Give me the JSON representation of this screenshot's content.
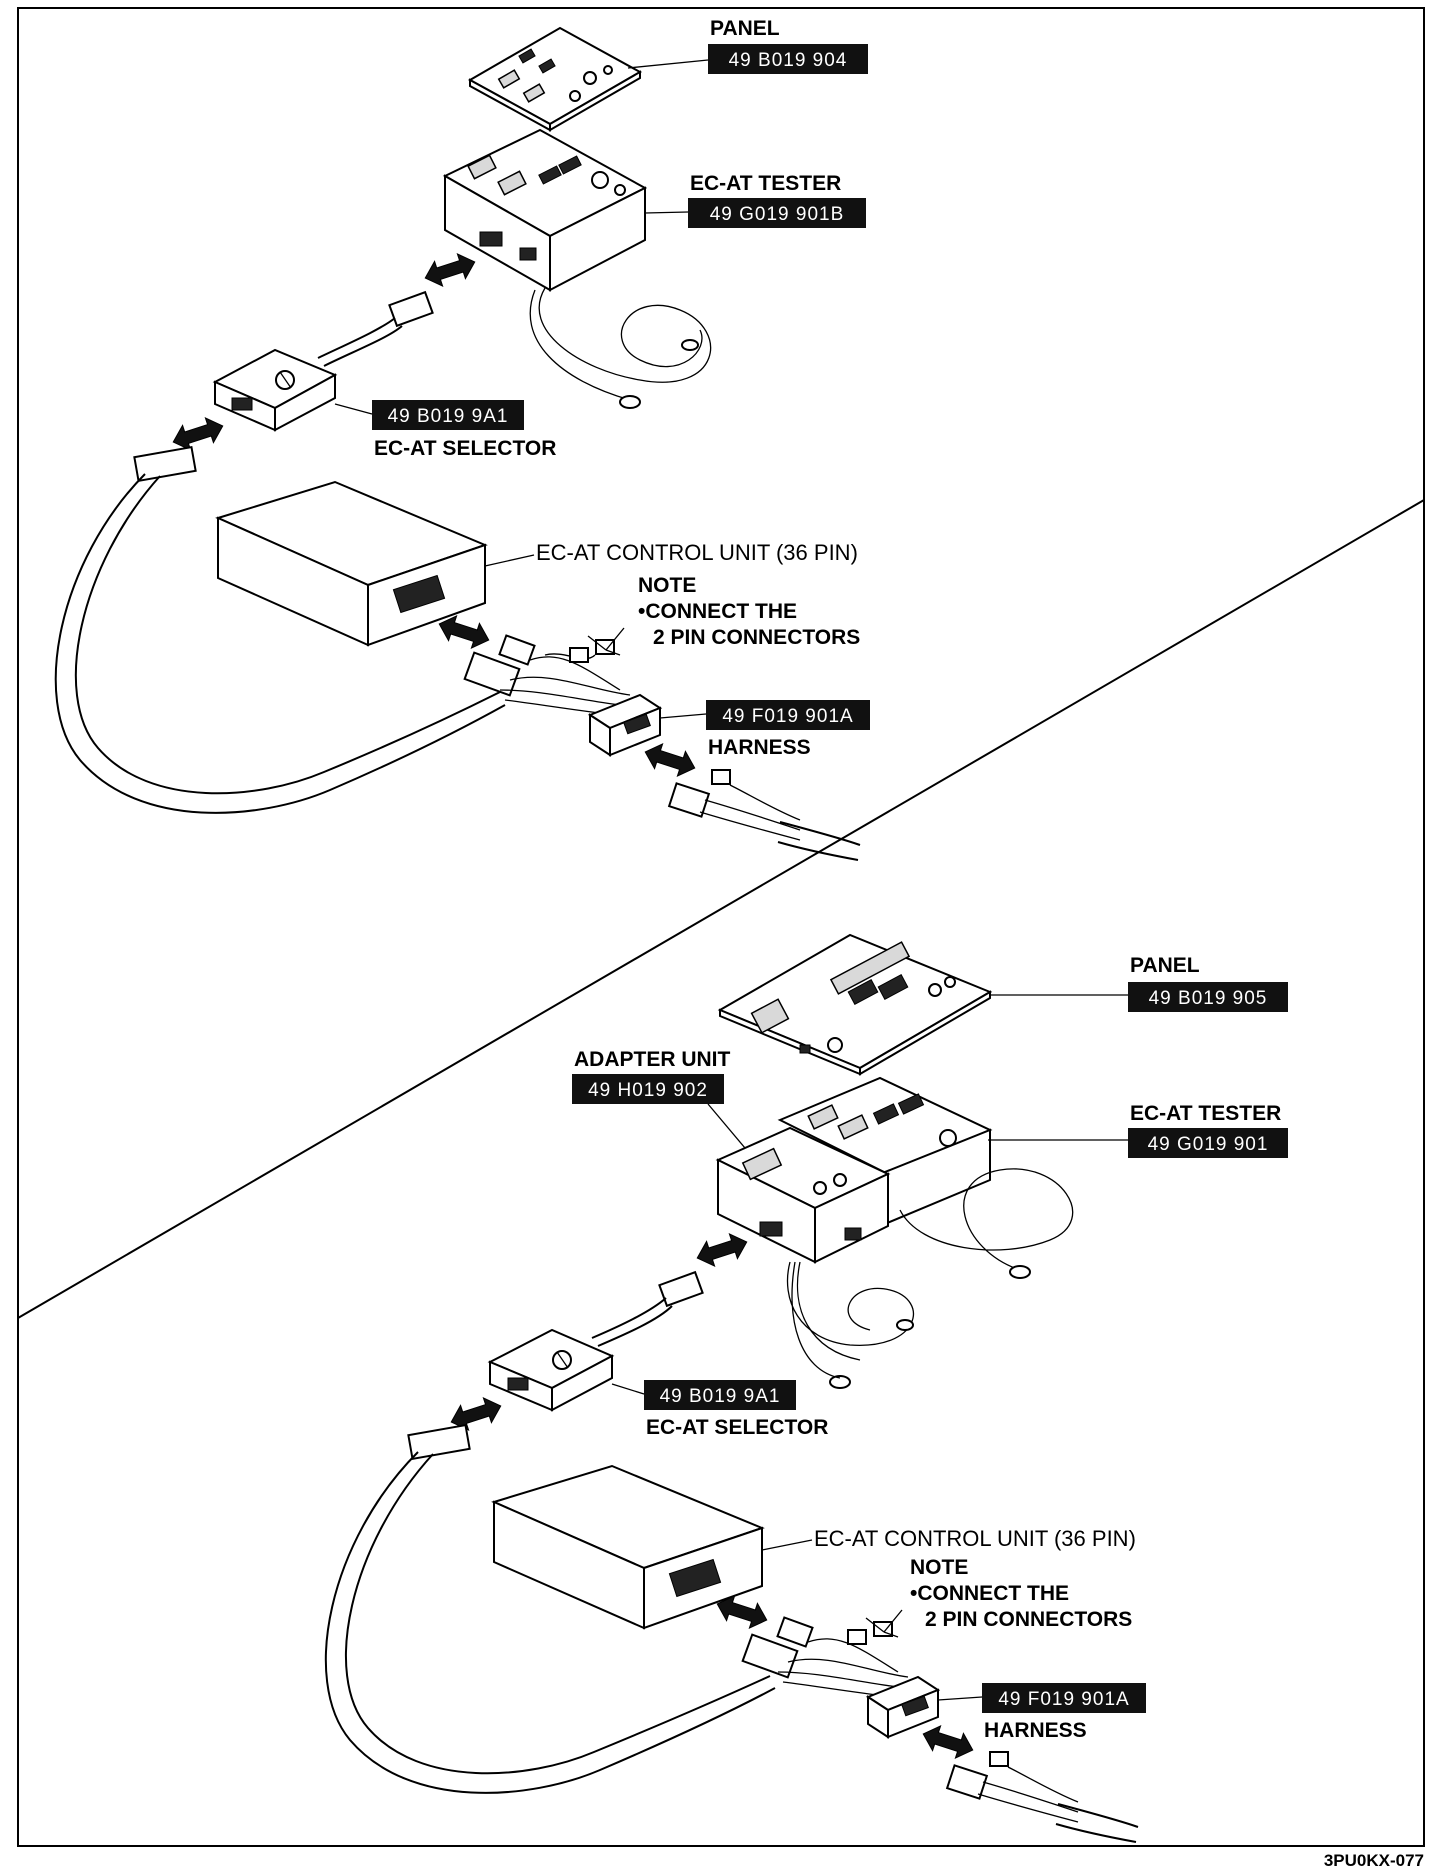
{
  "top": {
    "panel": {
      "label": "PANEL",
      "part": "49 B019 904"
    },
    "tester": {
      "label": "EC-AT TESTER",
      "part": "49 G019 901B"
    },
    "selector": {
      "label": "EC-AT SELECTOR",
      "part": "49 B019 9A1"
    },
    "control_unit": {
      "label": "EC-AT CONTROL UNIT (36 PIN)"
    },
    "note": {
      "title": "NOTE",
      "line1": "•CONNECT THE",
      "line2": "2 PIN CONNECTORS"
    },
    "harness": {
      "label": "HARNESS",
      "part": "49 F019 901A"
    }
  },
  "bottom": {
    "panel": {
      "label": "PANEL",
      "part": "49 B019 905"
    },
    "adapter": {
      "label": "ADAPTER UNIT",
      "part": "49 H019 902"
    },
    "tester": {
      "label": "EC-AT TESTER",
      "part": "49 G019 901"
    },
    "selector": {
      "label": "EC-AT SELECTOR",
      "part": "49 B019 9A1"
    },
    "control_unit": {
      "label": "EC-AT CONTROL UNIT (36 PIN)"
    },
    "note": {
      "title": "NOTE",
      "line1": "•CONNECT THE",
      "line2": "2 PIN CONNECTORS"
    },
    "harness": {
      "label": "HARNESS",
      "part": "49 F019 901A"
    }
  },
  "figure_code": "3PU0KX-077"
}
